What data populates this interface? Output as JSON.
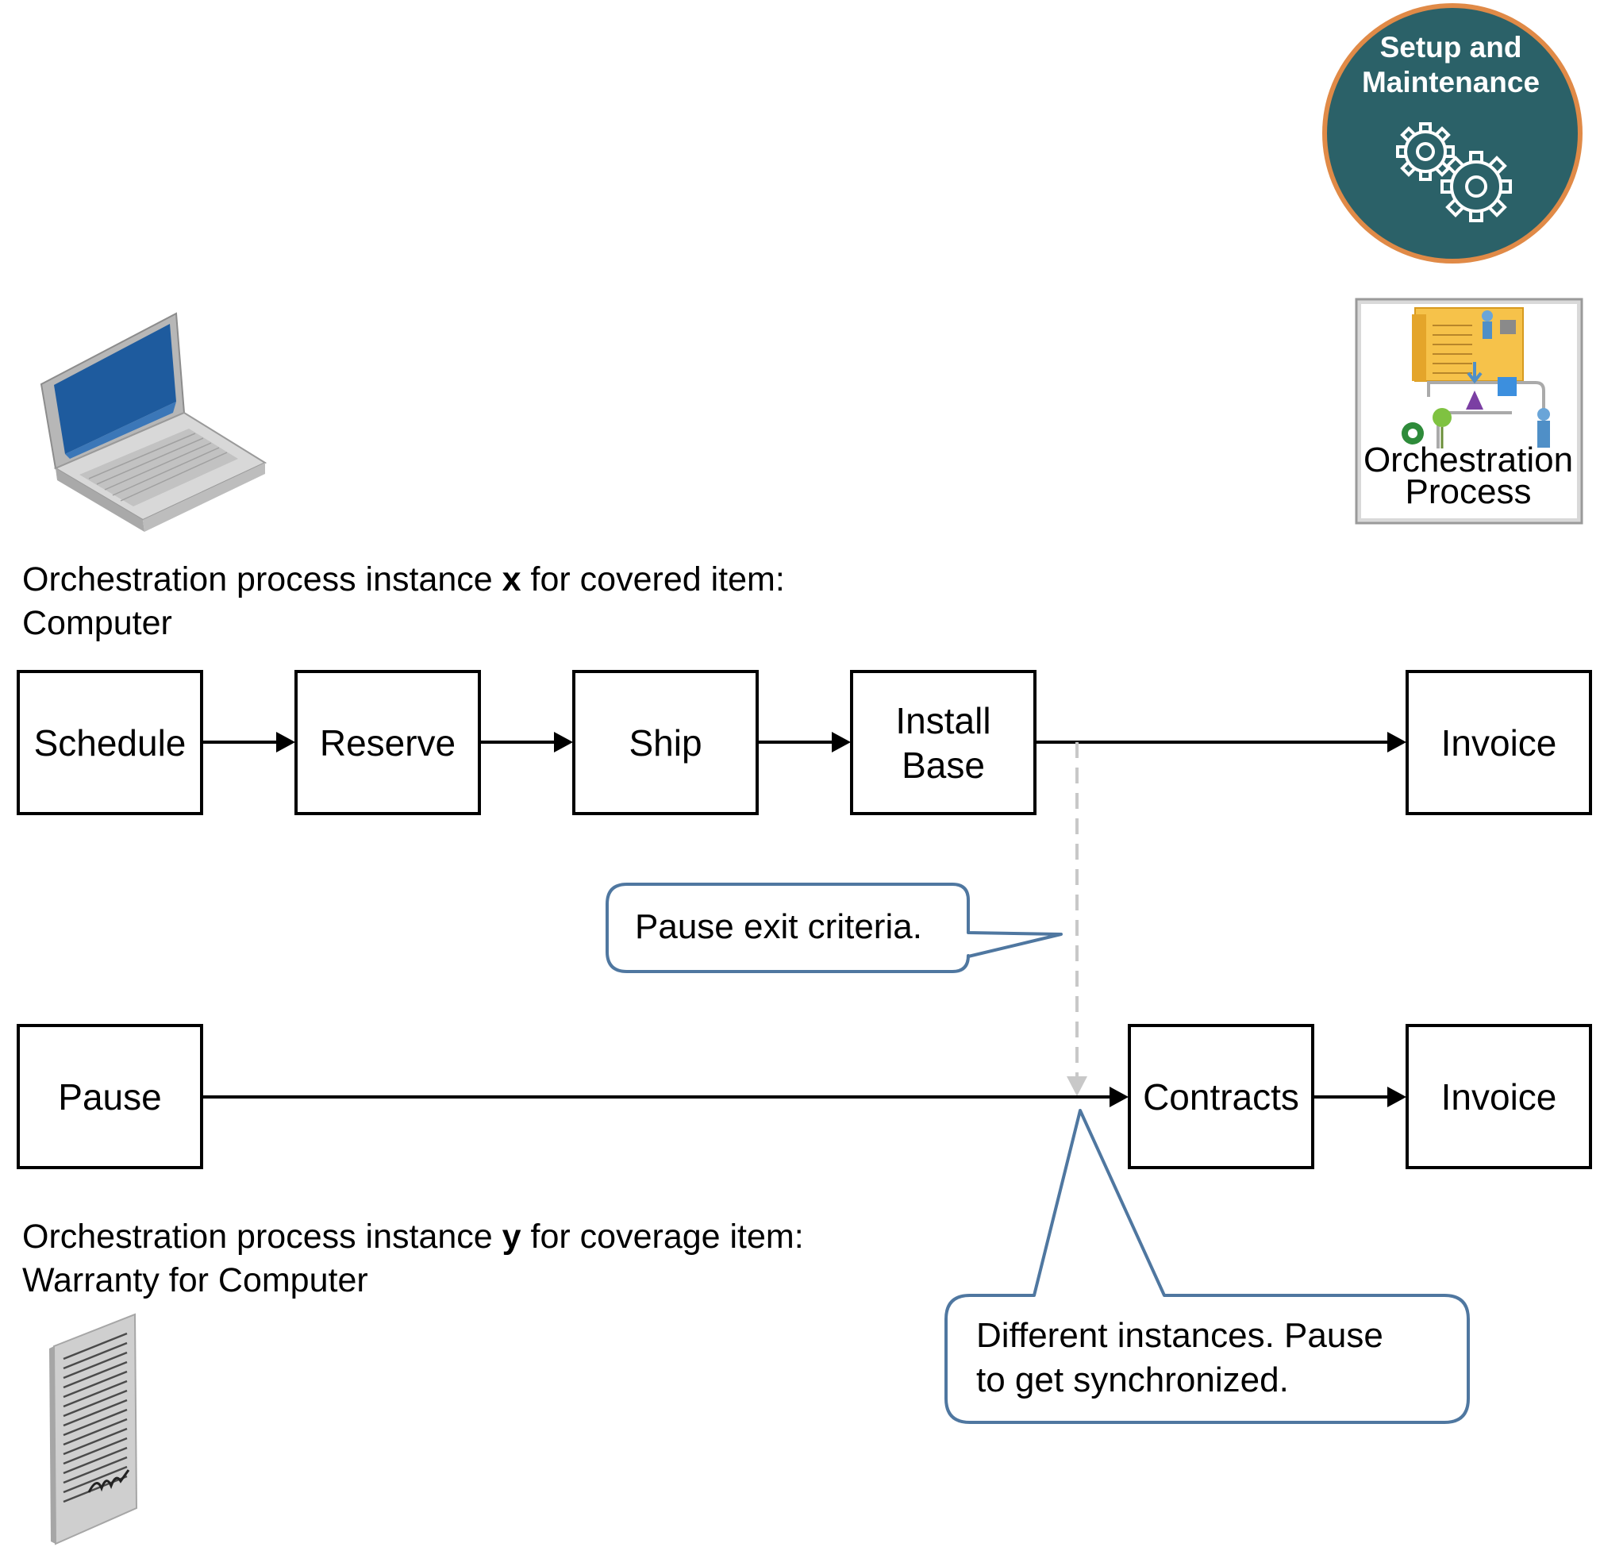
{
  "badge": {
    "line1": "Setup and",
    "line2": "Maintenance",
    "icon": "gears-icon",
    "fill": "#2b6168",
    "ring": "#e08a47"
  },
  "orchestration_tile": {
    "line1": "Orchestration",
    "line2": "Process",
    "icon": "orchestration-process-icon"
  },
  "instance_x": {
    "prefix": "Orchestration process instance ",
    "var": "x",
    "suffix": " for covered item:",
    "line2": "Computer",
    "icon": "laptop-icon"
  },
  "instance_y": {
    "prefix": "Orchestration process instance ",
    "var": "y",
    "suffix": " for coverage item:",
    "line2": "Warranty for Computer",
    "icon": "document-icon"
  },
  "flow_x": {
    "schedule": "Schedule",
    "reserve": "Reserve",
    "ship": "Ship",
    "install_line1": "Install",
    "install_line2": "Base",
    "invoice": "Invoice"
  },
  "flow_y": {
    "pause": "Pause",
    "contracts": "Contracts",
    "invoice": "Invoice"
  },
  "callouts": {
    "pause_exit": "Pause exit criteria.",
    "sync_line1": "Different instances. Pause",
    "sync_line2": "to get synchronized.",
    "border_color": "#4f77a0"
  }
}
